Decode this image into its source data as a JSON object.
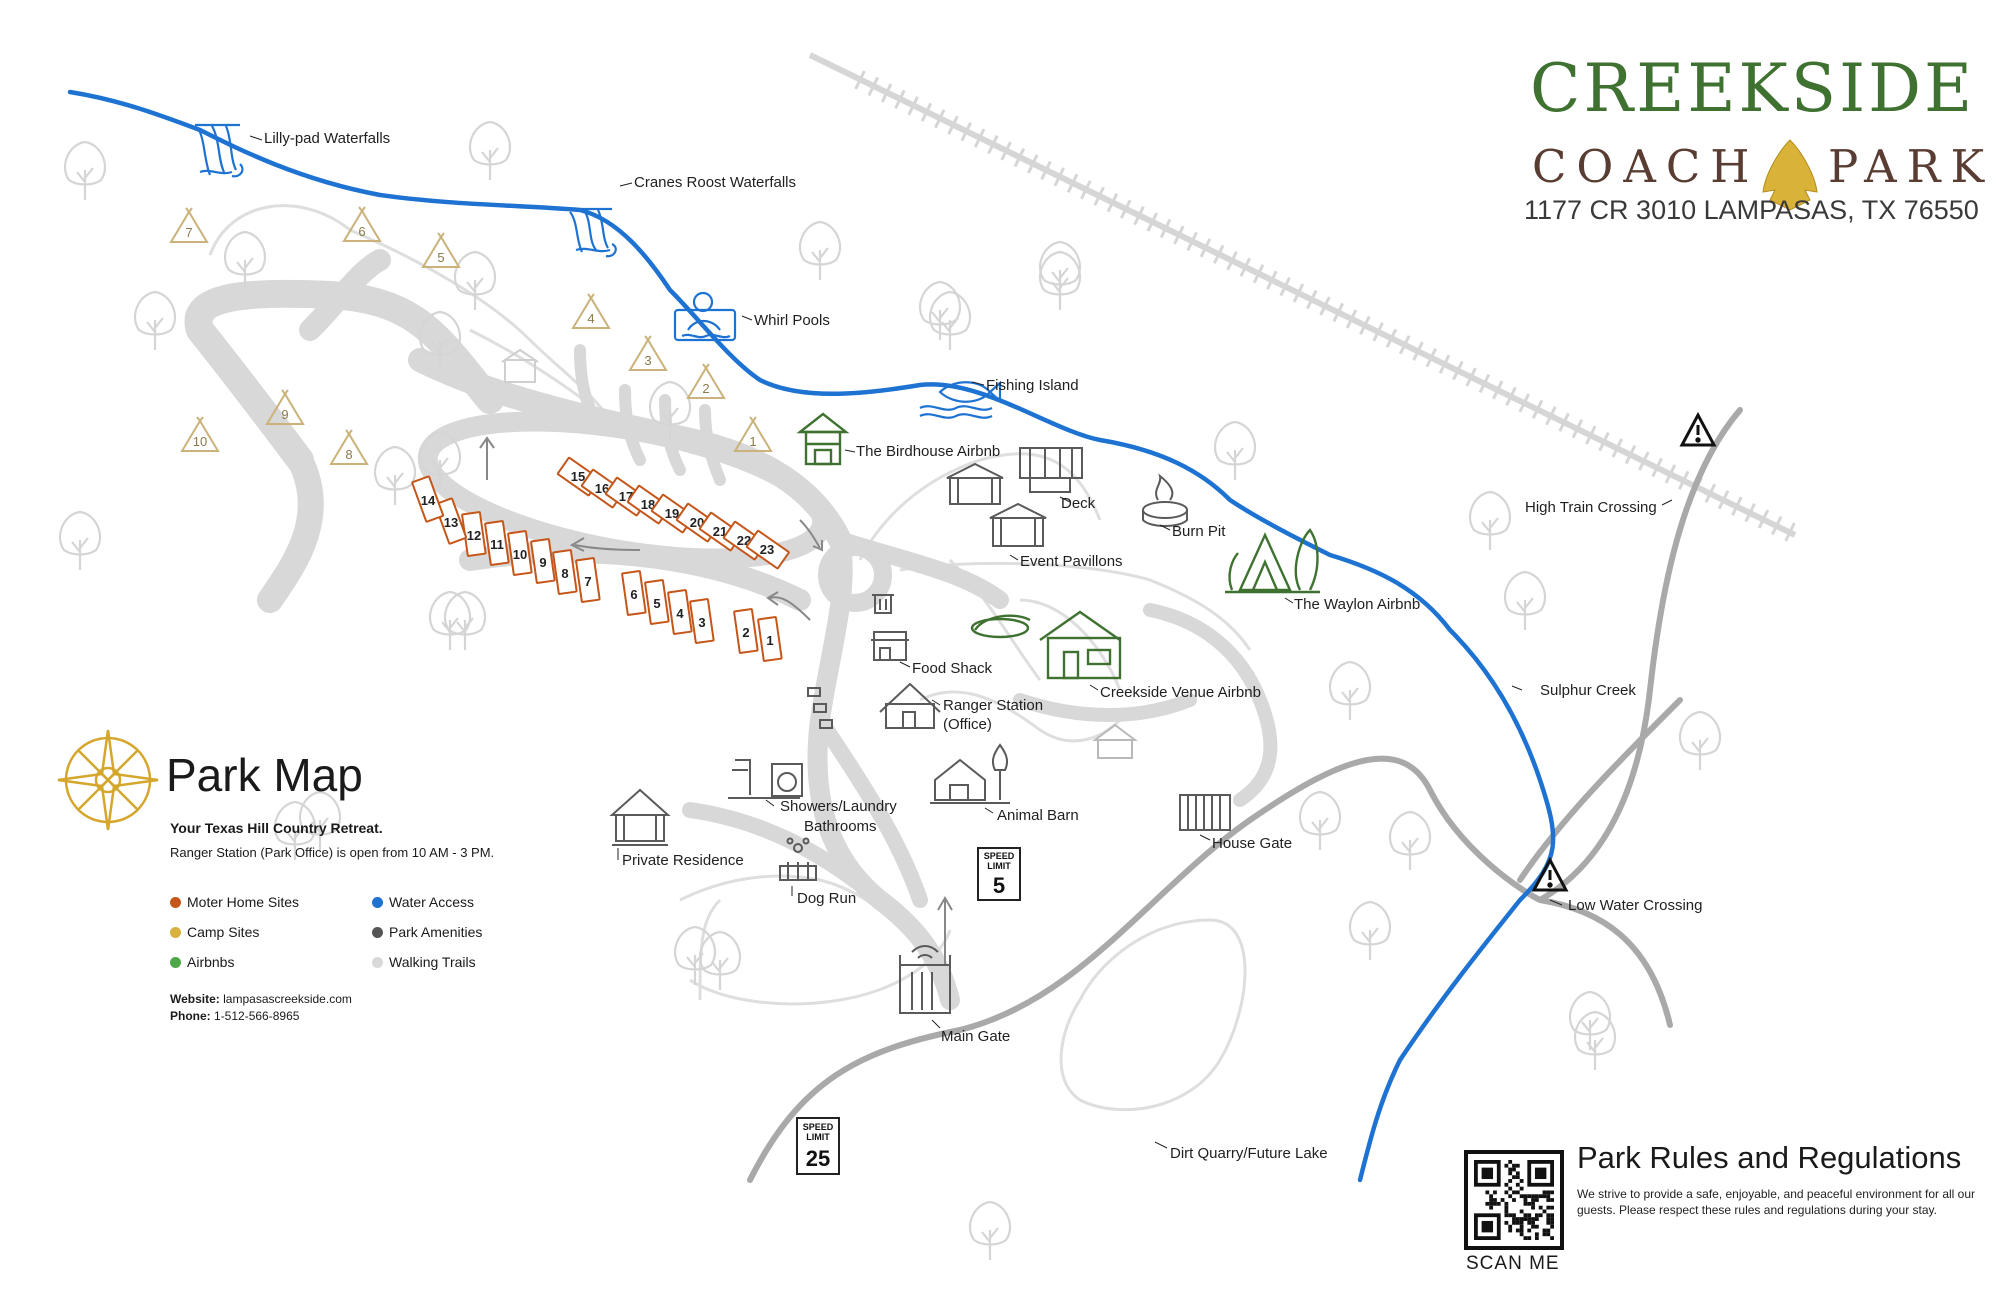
{
  "brand": {
    "name_top": "CREEKSIDE",
    "name_left": "COACH",
    "name_right": "PARK",
    "address": "1177 CR 3010 LAMPASAS, TX 76550",
    "green": "#3f7131",
    "brown": "#5a3d32"
  },
  "park_map": {
    "title": "Park Map",
    "tagline": "Your Texas Hill Country Retreat.",
    "hours": "Ranger Station (Park Office) is open from 10 AM - 3 PM."
  },
  "legend": [
    {
      "label": "Moter Home Sites",
      "color": "#c4561a"
    },
    {
      "label": "Water Access",
      "color": "#1e73d2"
    },
    {
      "label": "Camp Sites",
      "color": "#d8b23e"
    },
    {
      "label": "Park Amenities",
      "color": "#555555"
    },
    {
      "label": "Airbnbs",
      "color": "#4ea84a"
    },
    {
      "label": "Walking Trails",
      "color": "#d9d9d9"
    }
  ],
  "contact": {
    "website_label": "Website:",
    "website": "lampasascreekside.com",
    "phone_label": "Phone:",
    "phone": "1-512-566-8965"
  },
  "rules": {
    "title": "Park Rules and Regulations",
    "text": "We strive to provide a safe, enjoyable, and peaceful environment for all our guests. Please respect these rules and regulations during your stay.",
    "scan": "SCAN ME"
  },
  "map_labels": {
    "lilly_pad": "Lilly-pad Waterfalls",
    "cranes_roost": "Cranes Roost Waterfalls",
    "whirl_pools": "Whirl Pools",
    "fishing_island": "Fishing Island",
    "birdhouse": "The Birdhouse Airbnb",
    "deck": "Deck",
    "burn_pit": "Burn Pit",
    "event_pavillons": "Event Pavillons",
    "waylon": "The Waylon Airbnb",
    "high_train": "High Train Crossing",
    "food_shack": "Food Shack",
    "ranger_station": "Ranger Station",
    "ranger_office": "(Office)",
    "creekside_venue": "Creekside Venue Airbnb",
    "sulphur_creek": "Sulphur Creek",
    "showers": "Showers/Laundry",
    "bathrooms": "Bathrooms",
    "animal_barn": "Animal Barn",
    "house_gate": "House Gate",
    "private_residence": "Private Residence",
    "dog_run": "Dog Run",
    "low_water": "Low Water Crossing",
    "main_gate": "Main Gate",
    "dirt_quarry": "Dirt Quarry/Future Lake",
    "speed_limit_word1": "SPEED",
    "speed_limit_word2": "LIMIT",
    "speed_5": "5",
    "speed_25": "25"
  },
  "rv_sites": [
    "1",
    "2",
    "3",
    "4",
    "5",
    "6",
    "7",
    "8",
    "9",
    "10",
    "11",
    "12",
    "13",
    "14",
    "15",
    "16",
    "17",
    "18",
    "19",
    "20",
    "21",
    "22",
    "23"
  ],
  "camp_sites": [
    "1",
    "2",
    "3",
    "4",
    "5",
    "6",
    "7",
    "8",
    "9",
    "10"
  ]
}
